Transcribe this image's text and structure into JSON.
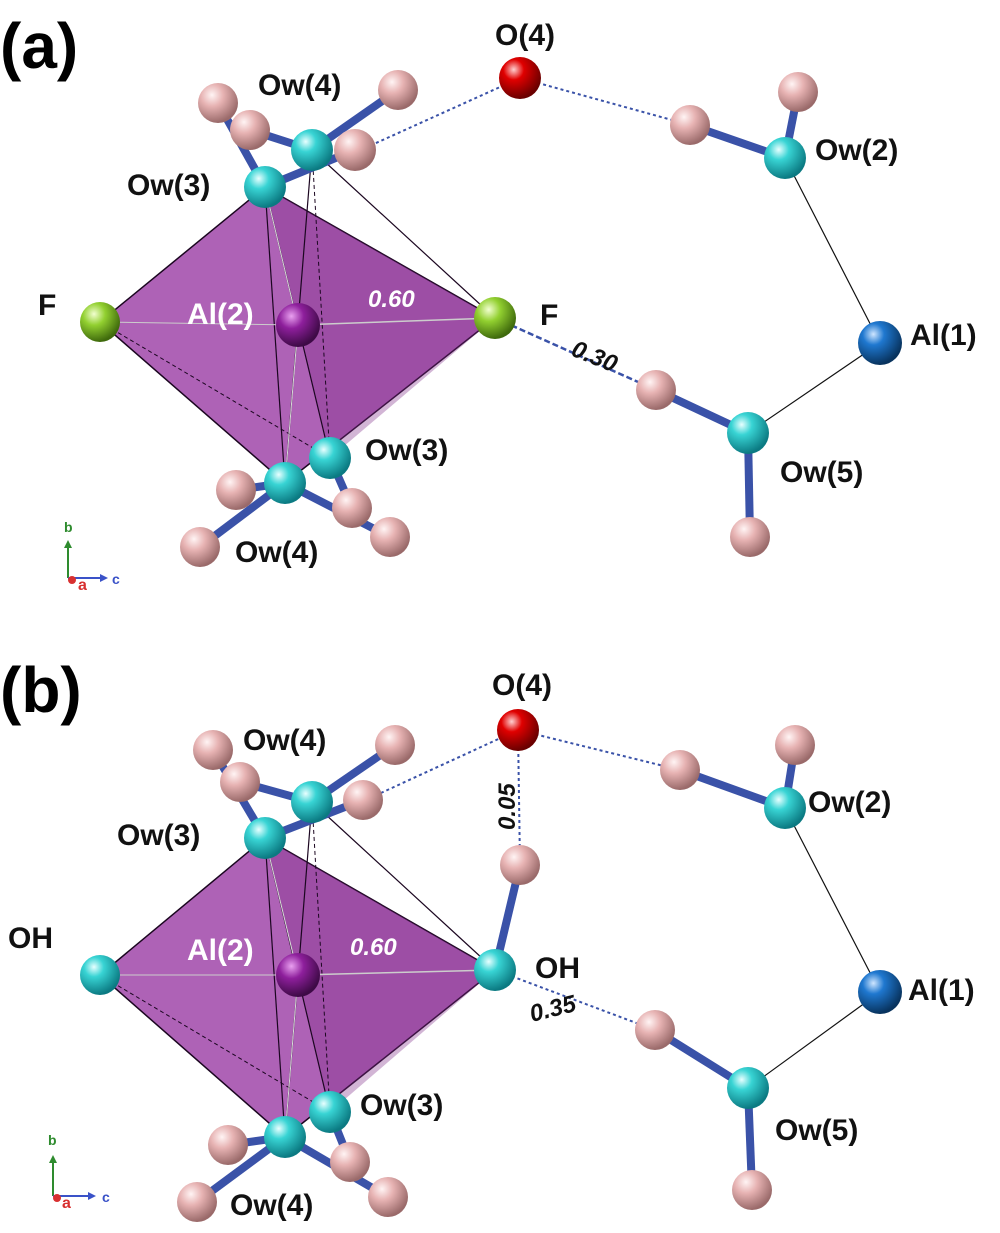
{
  "colors": {
    "aluminium": "#1a6fc0",
    "al_octahedron": "#9c3fa6",
    "water_oxygen": "#25c3c3",
    "hydrogen": "#e7b3b3",
    "oxygen": "#d80000",
    "fluorine": "#8ccc2a",
    "bond": "#3a52a8",
    "axis_b": "#2e8b2e",
    "axis_a": "#d83030",
    "axis_c": "#3a52c8"
  },
  "panels": {
    "a": {
      "tag": "(a)",
      "labels": {
        "o4": "O(4)",
        "ow4_top": "Ow(4)",
        "ow2": "Ow(2)",
        "ow3_top": "Ow(3)",
        "f_left": "F",
        "al2": "Al(2)",
        "f_right": "F",
        "al1": "Al(1)",
        "ow3_bot": "Ow(3)",
        "ow5": "Ow(5)",
        "ow4_bot": "Ow(4)"
      },
      "distances": {
        "al_f": "0.60",
        "f_h": "0.30"
      },
      "axes": {
        "b": "b",
        "a": "a",
        "c": "c"
      }
    },
    "b": {
      "tag": "(b)",
      "labels": {
        "o4": "O(4)",
        "ow4_top": "Ow(4)",
        "ow2": "Ow(2)",
        "ow3_top": "Ow(3)",
        "oh_left": "OH",
        "al2": "Al(2)",
        "oh_right": "OH",
        "al1": "Al(1)",
        "ow3_bot": "Ow(3)",
        "ow5": "Ow(5)",
        "ow4_bot": "Ow(4)"
      },
      "distances": {
        "o4_h": "0.05",
        "al_oh": "0.60",
        "oh_h": "0.35"
      },
      "axes": {
        "b": "b",
        "a": "a",
        "c": "c"
      }
    }
  }
}
